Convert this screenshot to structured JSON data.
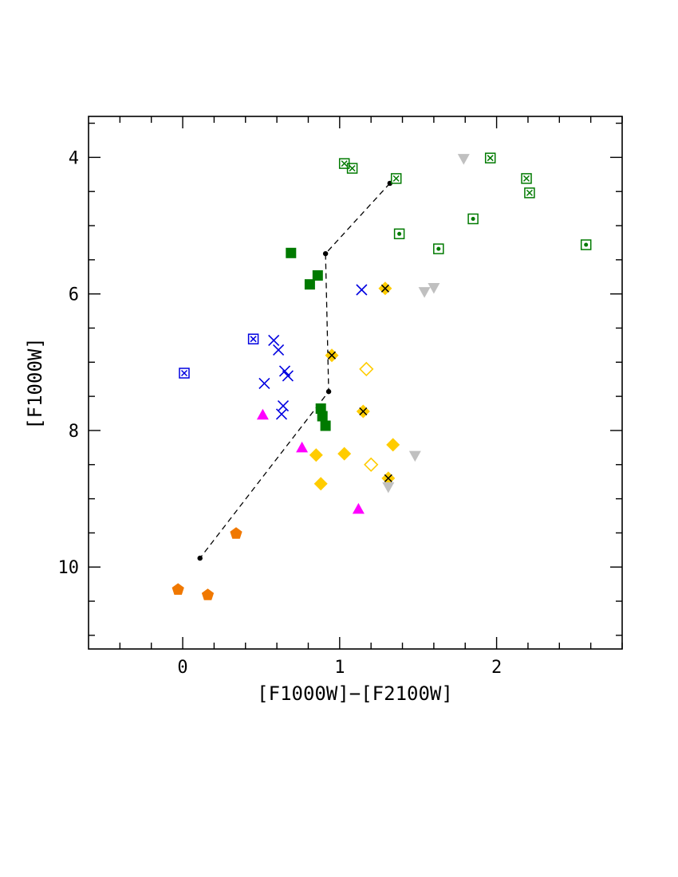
{
  "chart_data": {
    "type": "scatter",
    "title": "",
    "xlabel": "[F1000W]−[F2100W]",
    "ylabel": "[F1000W]",
    "xlim": [
      -0.6,
      2.8
    ],
    "ylim": [
      11.2,
      3.4
    ],
    "y_inverted": true,
    "x_ticks": [
      0,
      1,
      2
    ],
    "x_tick_labels": [
      "0",
      "1",
      "2"
    ],
    "x_minor_step": 0.2,
    "y_ticks": [
      4,
      6,
      8,
      10
    ],
    "y_tick_labels": [
      "4",
      "6",
      "8",
      "10"
    ],
    "y_minor_step": 0.5,
    "grid": false,
    "colors": {
      "green": "#007a00",
      "blue": "#0000e0",
      "gold": "#ffcc00",
      "gray": "#c0c0c0",
      "magenta": "#ff00ff",
      "orange": "#f07800",
      "black": "#000000"
    },
    "series": [
      {
        "marker": "open-square-cross",
        "color": "#007a00",
        "points": [
          [
            1.03,
            4.09
          ],
          [
            1.08,
            4.16
          ],
          [
            1.36,
            4.31
          ],
          [
            1.96,
            4.01
          ],
          [
            2.19,
            4.31
          ],
          [
            2.21,
            4.52
          ]
        ]
      },
      {
        "marker": "open-square-dot",
        "color": "#007a00",
        "points": [
          [
            1.38,
            5.12
          ],
          [
            1.63,
            5.34
          ],
          [
            1.85,
            4.9
          ],
          [
            2.57,
            5.28
          ]
        ]
      },
      {
        "marker": "filled-square",
        "color": "#007a00",
        "points": [
          [
            0.69,
            5.4
          ],
          [
            0.81,
            5.86
          ],
          [
            0.86,
            5.73
          ],
          [
            0.88,
            7.68
          ],
          [
            0.89,
            7.79
          ],
          [
            0.91,
            7.93
          ]
        ]
      },
      {
        "marker": "cross",
        "color": "#0000e0",
        "points": [
          [
            0.58,
            6.68
          ],
          [
            0.61,
            6.82
          ],
          [
            0.65,
            7.13
          ],
          [
            0.67,
            7.2
          ],
          [
            0.52,
            7.31
          ],
          [
            0.64,
            7.64
          ],
          [
            0.63,
            7.76
          ],
          [
            1.14,
            5.94
          ]
        ]
      },
      {
        "marker": "open-square-cross",
        "color": "#0000e0",
        "points": [
          [
            0.45,
            6.66
          ],
          [
            0.01,
            7.16
          ]
        ]
      },
      {
        "marker": "filled-diamond",
        "color": "#ffcc00",
        "points": [
          [
            0.85,
            8.36
          ],
          [
            0.88,
            8.78
          ],
          [
            1.03,
            8.34
          ],
          [
            1.34,
            8.21
          ]
        ]
      },
      {
        "marker": "filled-diamond-cross",
        "color": "#ffcc00",
        "points": [
          [
            1.29,
            5.92
          ],
          [
            0.95,
            6.9
          ],
          [
            1.15,
            7.72
          ],
          [
            1.31,
            8.7
          ]
        ]
      },
      {
        "marker": "open-diamond",
        "color": "#ffcc00",
        "points": [
          [
            1.17,
            7.1
          ],
          [
            1.2,
            8.5
          ]
        ]
      },
      {
        "marker": "down-triangle",
        "color": "#c0c0c0",
        "points": [
          [
            1.79,
            4.02
          ],
          [
            1.54,
            5.97
          ],
          [
            1.6,
            5.91
          ],
          [
            1.48,
            8.37
          ],
          [
            1.31,
            8.83
          ]
        ]
      },
      {
        "marker": "up-triangle",
        "color": "#ff00ff",
        "points": [
          [
            0.51,
            7.77
          ],
          [
            0.76,
            8.25
          ],
          [
            1.12,
            9.15
          ]
        ]
      },
      {
        "marker": "pentagon",
        "color": "#f07800",
        "points": [
          [
            0.34,
            9.51
          ],
          [
            -0.03,
            10.33
          ],
          [
            0.16,
            10.41
          ]
        ]
      }
    ],
    "reference_line": {
      "style": "dashed",
      "color": "#000000",
      "points": [
        [
          1.32,
          4.38
        ],
        [
          0.91,
          5.41
        ],
        [
          0.93,
          7.43
        ],
        [
          0.11,
          9.87
        ]
      ]
    }
  }
}
